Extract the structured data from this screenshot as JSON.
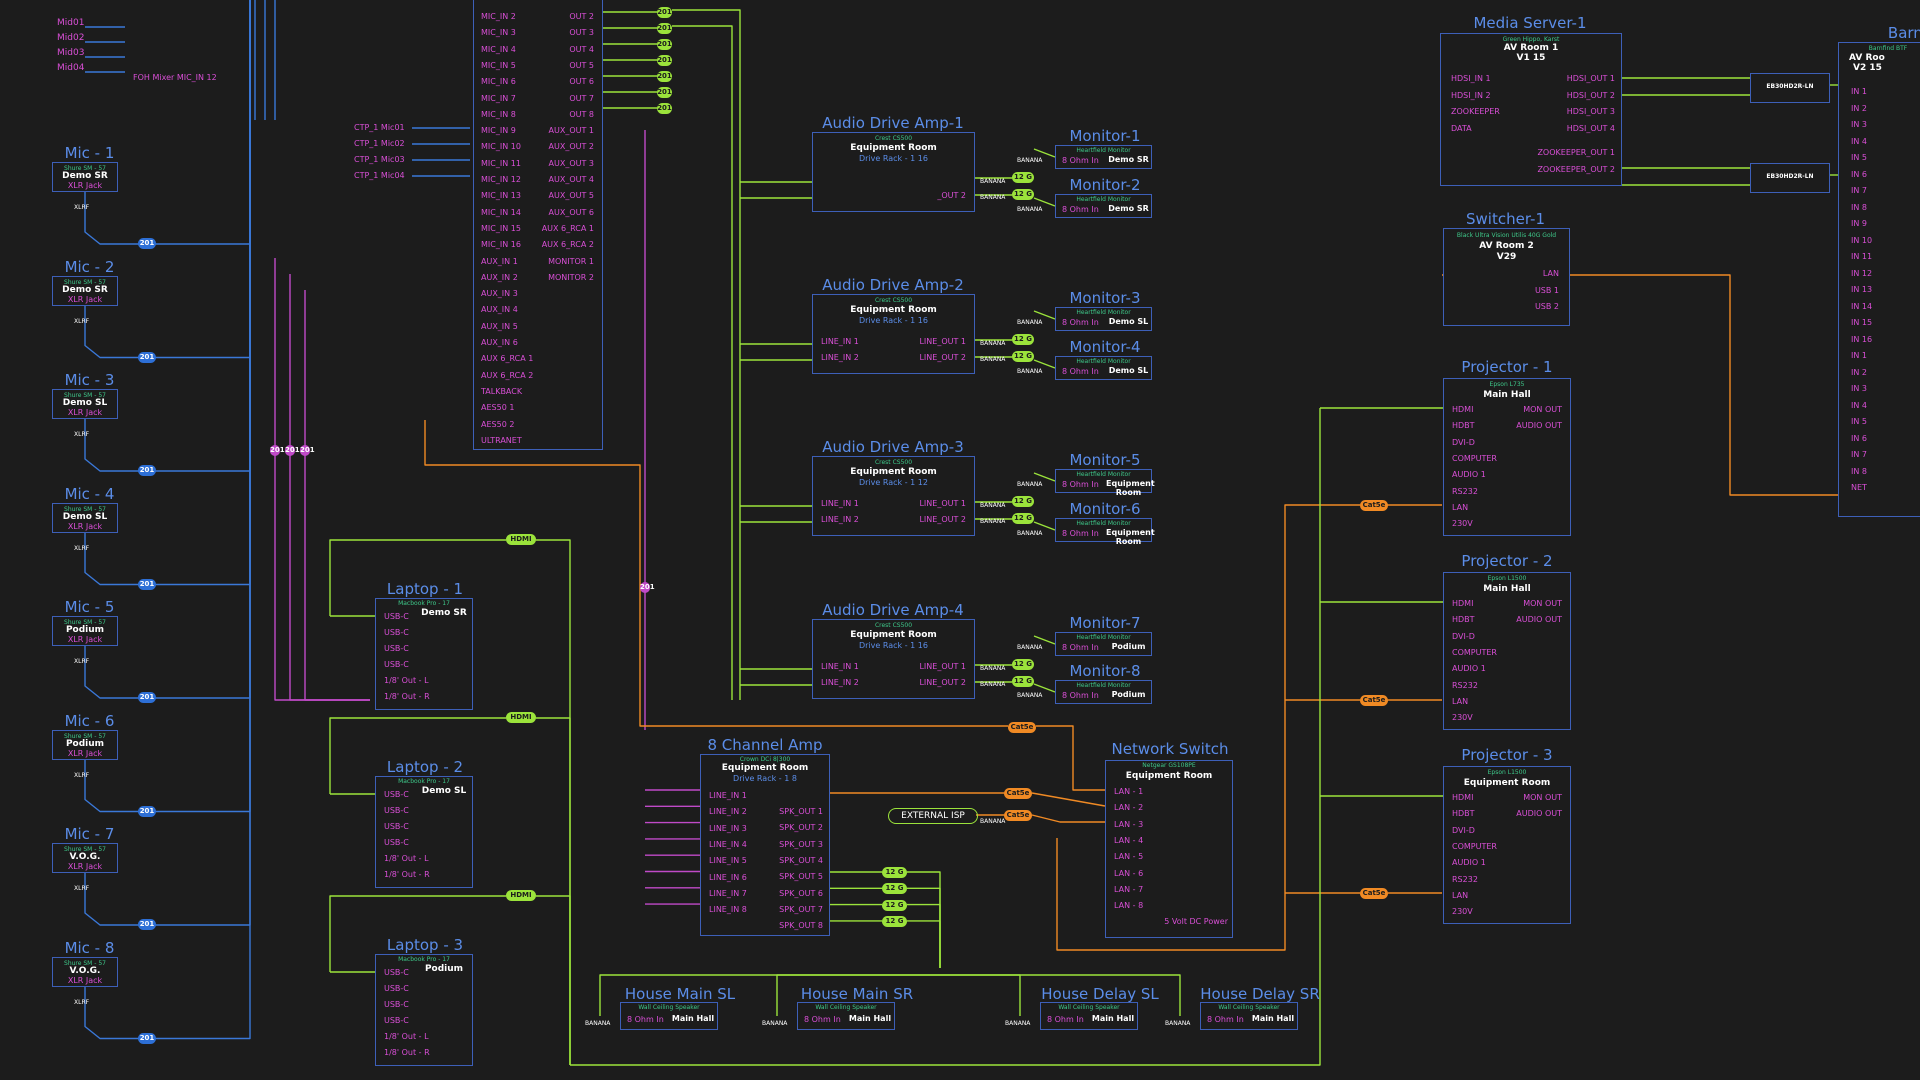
{
  "mics": [
    {
      "title": "Mic - 1",
      "sub": "Shure SM - 57",
      "loc": "Demo SR",
      "jack": "XLR Jack"
    },
    {
      "title": "Mic - 2",
      "sub": "Shure SM - 57",
      "loc": "Demo SR",
      "jack": "XLR Jack"
    },
    {
      "title": "Mic - 3",
      "sub": "Shure SM - 57",
      "loc": "Demo SL",
      "jack": "XLR Jack"
    },
    {
      "title": "Mic - 4",
      "sub": "Shure SM - 57",
      "loc": "Demo SL",
      "jack": "XLR Jack"
    },
    {
      "title": "Mic - 5",
      "sub": "Shure SM - 57",
      "loc": "Podium",
      "jack": "XLR Jack"
    },
    {
      "title": "Mic - 6",
      "sub": "Shure SM - 57",
      "loc": "Podium",
      "jack": "XLR Jack"
    },
    {
      "title": "Mic - 7",
      "sub": "Shure SM - 57",
      "loc": "V.O.G.",
      "jack": "XLR Jack"
    },
    {
      "title": "Mic - 8",
      "sub": "Shure SM - 57",
      "loc": "V.O.G.",
      "jack": "XLR Jack"
    }
  ],
  "mic_port": "XLRF",
  "mic_pill": "201",
  "top_left_labels": [
    "Mid01",
    "Mid02",
    "Mid03",
    "Mid04"
  ],
  "foh_label": "FOH Mixer MIC_IN 12",
  "ctp_labels": [
    "CTP_1 Mic01",
    "CTP_1 Mic02",
    "CTP_1 Mic03",
    "CTP_1 Mic04"
  ],
  "mixer": {
    "inputs": [
      "MIC_IN 2",
      "MIC_IN 3",
      "MIC_IN 4",
      "MIC_IN 5",
      "MIC_IN 6",
      "MIC_IN 7",
      "MIC_IN 8",
      "MIC_IN 9",
      "MIC_IN 10",
      "MIC_IN 11",
      "MIC_IN 12",
      "MIC_IN 13",
      "MIC_IN 14",
      "MIC_IN 15",
      "MIC_IN 16",
      "AUX_IN 1",
      "AUX_IN 2",
      "AUX_IN 3",
      "AUX_IN 4",
      "AUX_IN 5",
      "AUX_IN 6",
      "AUX 6_RCA 1",
      "AUX 6_RCA 2",
      "TALKBACK",
      "AES50 1",
      "AES50 2",
      "ULTRANET"
    ],
    "outputs": [
      "OUT 2",
      "OUT 3",
      "OUT 4",
      "OUT 5",
      "OUT 6",
      "OUT 7",
      "OUT 8",
      "AUX_OUT 1",
      "AUX_OUT 2",
      "AUX_OUT 3",
      "AUX_OUT 4",
      "AUX_OUT 5",
      "AUX_OUT 6",
      "AUX 6_RCA 1",
      "AUX 6_RCA 2",
      "MONITOR 1",
      "MONITOR 2"
    ],
    "out_pill": "201"
  },
  "amps": [
    {
      "title": "Audio Drive Amp-1",
      "sub": "Crest CS500",
      "loc": "Equipment Room",
      "loc2": "Drive Rack - 1 16",
      "in": [
        "",
        ""
      ],
      "out": [
        "",
        "_OUT 2"
      ]
    },
    {
      "title": "Audio Drive Amp-2",
      "sub": "Crest CS500",
      "loc": "Equipment Room",
      "loc2": "Drive Rack - 1 16",
      "in": [
        "LINE_IN 1",
        "LINE_IN 2"
      ],
      "out": [
        "LINE_OUT 1",
        "LINE_OUT 2"
      ]
    },
    {
      "title": "Audio Drive Amp-3",
      "sub": "Crest CS500",
      "loc": "Equipment Room",
      "loc2": "Drive Rack - 1 12",
      "in": [
        "LINE_IN 1",
        "LINE_IN 2"
      ],
      "out": [
        "LINE_OUT 1",
        "LINE_OUT 2"
      ]
    },
    {
      "title": "Audio Drive Amp-4",
      "sub": "Crest CS500",
      "loc": "Equipment Room",
      "loc2": "Drive Rack - 1 16",
      "in": [
        "LINE_IN 1",
        "LINE_IN 2"
      ],
      "out": [
        "LINE_OUT 1",
        "LINE_OUT 2"
      ]
    }
  ],
  "monitors": [
    {
      "title": "Monitor-1",
      "sub": "Heartfield Monitor",
      "pin": "8 Ohm In",
      "loc": "Demo SR"
    },
    {
      "title": "Monitor-2",
      "sub": "Heartfield Monitor",
      "pin": "8 Ohm In",
      "loc": "Demo SR"
    },
    {
      "title": "Monitor-3",
      "sub": "Heartfield Monitor",
      "pin": "8 Ohm In",
      "loc": "Demo SL"
    },
    {
      "title": "Monitor-4",
      "sub": "Heartfield Monitor",
      "pin": "8 Ohm In",
      "loc": "Demo SL"
    },
    {
      "title": "Monitor-5",
      "sub": "Heartfield Monitor",
      "pin": "8 Ohm In",
      "loc": "Equipment Room"
    },
    {
      "title": "Monitor-6",
      "sub": "Heartfield Monitor",
      "pin": "8 Ohm In",
      "loc": "Equipment Room"
    },
    {
      "title": "Monitor-7",
      "sub": "Heartfield Monitor",
      "pin": "8 Ohm In",
      "loc": "Podium"
    },
    {
      "title": "Monitor-8",
      "sub": "Heartfield Monitor",
      "pin": "8 Ohm In",
      "loc": "Podium"
    }
  ],
  "banana": "BANANA",
  "gauge_pill": "12 G",
  "laptops": [
    {
      "title": "Laptop - 1",
      "sub": "Macbook Pro - 17",
      "loc": "Demo SR",
      "pins": [
        "USB-C",
        "USB-C",
        "USB-C",
        "USB-C",
        "1/8' Out - L",
        "1/8' Out - R"
      ]
    },
    {
      "title": "Laptop - 2",
      "sub": "Macbook Pro - 17",
      "loc": "Demo SL",
      "pins": [
        "USB-C",
        "USB-C",
        "USB-C",
        "USB-C",
        "1/8' Out - L",
        "1/8' Out - R"
      ]
    },
    {
      "title": "Laptop - 3",
      "sub": "Macbook Pro - 17",
      "loc": "Podium",
      "pins": [
        "USB-C",
        "USB-C",
        "USB-C",
        "USB-C",
        "1/8' Out - L",
        "1/8' Out - R"
      ]
    }
  ],
  "hdmi_pill": "HDMI",
  "eight_amp": {
    "title": "8 Channel Amp",
    "sub": "Crown DCi 8|300",
    "loc": "Equipment Room",
    "loc2": "Drive Rack - 1 8",
    "in": [
      "LINE_IN 1",
      "LINE_IN 2",
      "LINE_IN 3",
      "LINE_IN 4",
      "LINE_IN 5",
      "LINE_IN 6",
      "LINE_IN 7",
      "LINE_IN 8"
    ],
    "out": [
      "SPK_OUT 1",
      "SPK_OUT 2",
      "SPK_OUT 3",
      "SPK_OUT 4",
      "SPK_OUT 5",
      "SPK_OUT 6",
      "SPK_OUT 7",
      "SPK_OUT 8"
    ]
  },
  "external_isp": "EXTERNAL ISP",
  "cat_pill": "Cat5e",
  "network_switch": {
    "title": "Network Switch",
    "sub": "Netgear GS108PE",
    "loc": "Equipment Room",
    "lans": [
      "LAN - 1",
      "LAN - 2",
      "LAN - 3",
      "LAN - 4",
      "LAN - 5",
      "LAN - 6",
      "LAN - 7",
      "LAN - 8"
    ],
    "power": "5 Volt DC Power"
  },
  "speakers": [
    {
      "title": "House Main SL",
      "sub": "Wall Ceiling Speaker",
      "pin": "8 Ohm In",
      "loc": "Main Hall"
    },
    {
      "title": "House Main SR",
      "sub": "Wall Ceiling Speaker",
      "pin": "8 Ohm In",
      "loc": "Main Hall"
    },
    {
      "title": "House Delay SL",
      "sub": "Wall Ceiling Speaker",
      "pin": "8 Ohm In",
      "loc": "Main Hall"
    },
    {
      "title": "House Delay SR",
      "sub": "Wall Ceiling Speaker",
      "pin": "8 Ohm In",
      "loc": "Main Hall"
    }
  ],
  "media_server": {
    "title": "Media Server-1",
    "sub": "Green Hippo, Karst",
    "loc": "AV Room 1",
    "loc2": "V1 15",
    "in": [
      "HDSI_IN 1",
      "HDSI_IN 2",
      "ZOOKEEPER",
      "DATA"
    ],
    "out": [
      "HDSI_OUT 1",
      "HDSI_OUT 2",
      "HDSI_OUT 3",
      "HDSI_OUT 4",
      "ZOOKEEPER_OUT 1",
      "ZOOKEEPER_OUT 2"
    ]
  },
  "converters": [
    "EB30HD2R-LN",
    "EB30HD2R-LN"
  ],
  "switcher": {
    "title": "Switcher-1",
    "sub": "Black Ultra Vision Utilis 40G Gold",
    "loc": "AV Room 2",
    "loc2": "V29",
    "pins": [
      "LAN",
      "USB 1",
      "USB 2"
    ]
  },
  "projectors": [
    {
      "title": "Projector - 1",
      "sub": "Epson L735",
      "loc": "Main Hall",
      "in": [
        "HDMI",
        "HDBT",
        "DVI-D",
        "COMPUTER",
        "AUDIO 1",
        "RS232",
        "LAN",
        "230V"
      ],
      "out": [
        "MON OUT",
        "AUDIO OUT"
      ]
    },
    {
      "title": "Projector - 2",
      "sub": "Epson L1500",
      "loc": "Main Hall",
      "in": [
        "HDMI",
        "HDBT",
        "DVI-D",
        "COMPUTER",
        "AUDIO 1",
        "RS232",
        "LAN",
        "230V"
      ],
      "out": [
        "MON OUT",
        "AUDIO OUT"
      ]
    },
    {
      "title": "Projector - 3",
      "sub": "Epson L1500",
      "loc": "Equipment Room",
      "in": [
        "HDMI",
        "HDBT",
        "DVI-D",
        "COMPUTER",
        "AUDIO 1",
        "RS232",
        "LAN",
        "230V"
      ],
      "out": [
        "MON OUT",
        "AUDIO OUT"
      ]
    }
  ],
  "barn": {
    "title": "Barnf",
    "sub": "Barnfind BTF",
    "loc": "AV Roo",
    "loc2": "V2 15",
    "pins": [
      "IN 1",
      "IN 2",
      "IN 3",
      "IN 4",
      "IN 5",
      "IN 6",
      "IN 7",
      "IN 8",
      "IN 9",
      "IN 10",
      "IN 11",
      "IN 12",
      "IN 13",
      "IN 14",
      "IN 15",
      "IN 16",
      "IN 1",
      "IN 2",
      "IN 3",
      "IN 4",
      "IN 5",
      "IN 6",
      "IN 7",
      "IN 8",
      "NET"
    ]
  },
  "colors": {
    "background": "#1c1c1c",
    "box": "#3d5fb8",
    "title": "#5b8de8",
    "pin": "#d94fd6",
    "wire_green": "#9be33b",
    "wire_blue": "#3a78d8",
    "wire_orange": "#f08a24",
    "wire_magenta": "#c04ac8",
    "sub": "#3ec98a"
  }
}
